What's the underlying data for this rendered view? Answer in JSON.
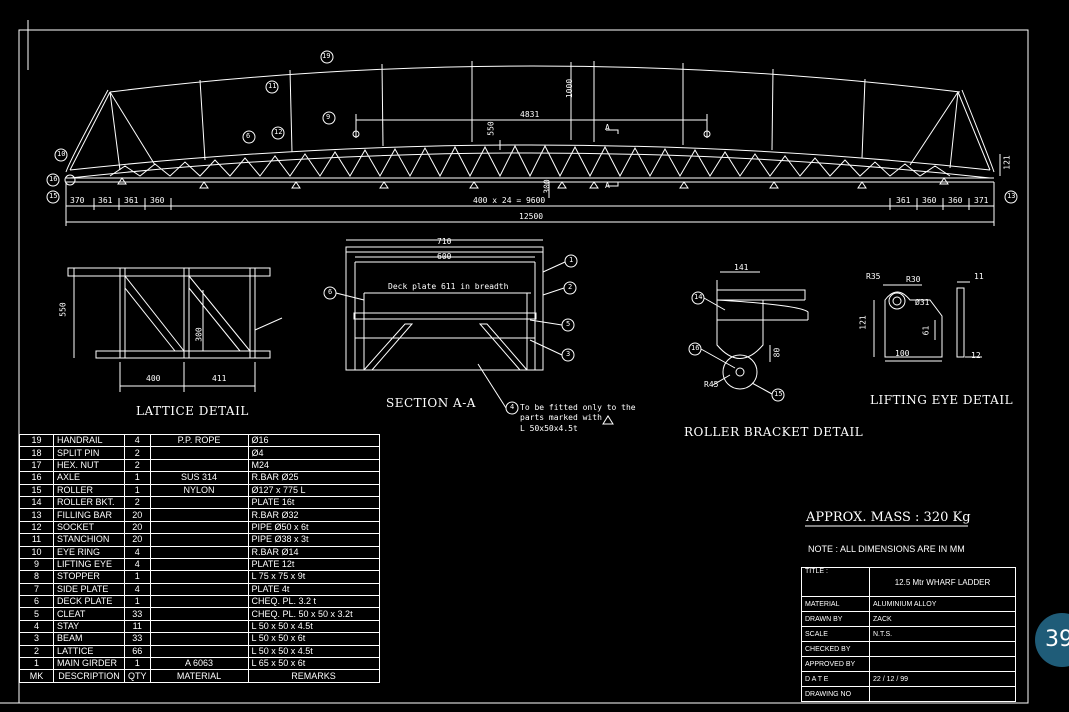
{
  "drawing": {
    "elevation_dims": {
      "d370": "370",
      "d361a": "361",
      "d361b": "361",
      "d360a": "360",
      "center": "400 x 24 = 9600",
      "d361c": "361",
      "d360b": "360",
      "d360c": "360",
      "d371": "371",
      "overall": "12500",
      "d4831": "4831",
      "d1000": "1000",
      "d550": "550",
      "d300": "300",
      "d121": "121",
      "sectionA": "A"
    },
    "balloons": [
      "19",
      "11",
      "9",
      "6",
      "12",
      "10",
      "16",
      "15",
      "13"
    ],
    "lattice": {
      "title": "LATTICE DETAIL",
      "d550": "550",
      "d300": "300",
      "d400": "400",
      "d411": "411"
    },
    "section": {
      "title": "SECTION A-A",
      "d710": "710",
      "d600": "600",
      "deck_note": "Deck plate 611 in breadth",
      "fit_note_1": "To be fitted only to the",
      "fit_note_2": "parts marked with",
      "fit_note_3": "L 50x50x4.5t",
      "balloons": [
        "1",
        "2",
        "5",
        "3",
        "6",
        "4"
      ]
    },
    "roller": {
      "title": "ROLLER BRACKET DETAIL",
      "d141": "141",
      "d80": "80",
      "r45": "R45",
      "balloons": [
        "14",
        "16",
        "15"
      ]
    },
    "lifting": {
      "title": "LIFTING EYE DETAIL",
      "r35": "R35",
      "r30": "R30",
      "d31": "Ø31",
      "d121": "121",
      "d61": "61",
      "d100": "100",
      "d11": "11",
      "d12": "12"
    },
    "mass": "APPROX. MASS : 320 Kg",
    "note": "NOTE : ALL DIMENSIONS ARE IN MM"
  },
  "bom": {
    "header": [
      "MK",
      "DESCRIPTION",
      "QTY",
      "MATERIAL",
      "REMARKS"
    ],
    "rows": [
      [
        "19",
        "HANDRAIL",
        "4",
        "P.P. ROPE",
        "Ø16"
      ],
      [
        "18",
        "SPLIT PIN",
        "2",
        "",
        "Ø4"
      ],
      [
        "17",
        "HEX. NUT",
        "2",
        "",
        "M24"
      ],
      [
        "16",
        "AXLE",
        "1",
        "SUS 314",
        "R.BAR Ø25"
      ],
      [
        "15",
        "ROLLER",
        "1",
        "NYLON",
        "Ø127 x 775 L"
      ],
      [
        "14",
        "ROLLER BKT.",
        "2",
        "",
        "PLATE 16t"
      ],
      [
        "13",
        "FILLING BAR",
        "20",
        "",
        "R.BAR Ø32"
      ],
      [
        "12",
        "SOCKET",
        "20",
        "",
        "PIPE Ø50 x 6t"
      ],
      [
        "11",
        "STANCHION",
        "20",
        "",
        "PIPE Ø38 x 3t"
      ],
      [
        "10",
        "EYE RING",
        "4",
        "",
        "R.BAR Ø14"
      ],
      [
        "9",
        "LIFTING EYE",
        "4",
        "",
        "PLATE 12t"
      ],
      [
        "8",
        "STOPPER",
        "1",
        "",
        "L 75 x 75 x 9t"
      ],
      [
        "7",
        "SIDE PLATE",
        "4",
        "",
        "PLATE 4t"
      ],
      [
        "6",
        "DECK PLATE",
        "1",
        "",
        "CHEQ. PL. 3.2 t"
      ],
      [
        "5",
        "CLEAT",
        "33",
        "",
        "CHEQ. PL. 50 x 50 x 3.2t"
      ],
      [
        "4",
        "STAY",
        "11",
        "",
        "L 50 x 50 x 4.5t"
      ],
      [
        "3",
        "BEAM",
        "33",
        "",
        "L 50 x 50 x 6t"
      ],
      [
        "2",
        "LATTICE",
        "66",
        "",
        "L 50 x 50 x 4.5t"
      ],
      [
        "1",
        "MAIN GIRDER",
        "1",
        "A 6063",
        "L 65 x 50 x 6t"
      ]
    ]
  },
  "title_block": {
    "title_label": "TITLE :",
    "title": "12.5 Mtr WHARF LADDER",
    "rows": [
      {
        "label": "MATERIAL",
        "value": "ALUMINIUM ALLOY"
      },
      {
        "label": "DRAWN BY",
        "value": "ZACK"
      },
      {
        "label": "SCALE",
        "value": "N.T.S."
      },
      {
        "label": "CHECKED BY",
        "value": ""
      },
      {
        "label": "APPROVED BY",
        "value": ""
      },
      {
        "label": "D A T E",
        "value": "22 / 12 / 99"
      },
      {
        "label": "DRAWING NO",
        "value": ""
      }
    ]
  },
  "page_badge": "39"
}
